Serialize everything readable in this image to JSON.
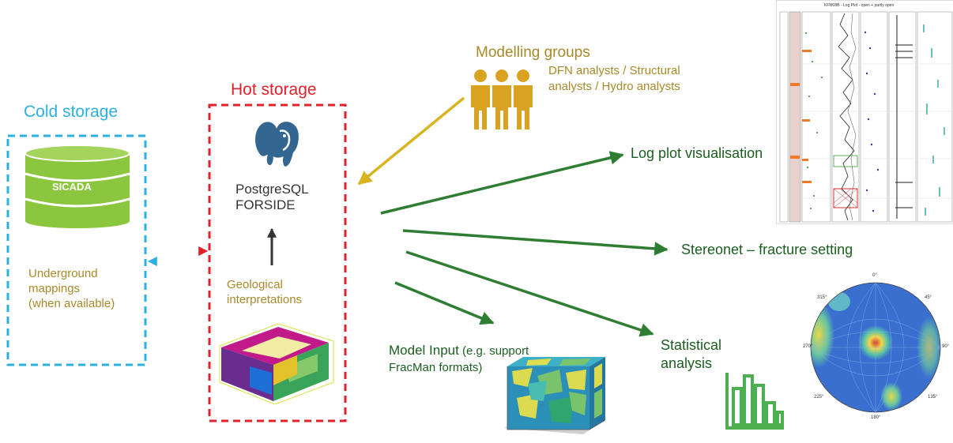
{
  "cold_storage": {
    "title": "Cold storage",
    "database_label": "SICADA",
    "note_lines": [
      "Underground",
      "mappings",
      "(when available)"
    ]
  },
  "hot_storage": {
    "title": "Hot storage",
    "db_lines": [
      "PostgreSQL",
      "FORSIDE"
    ],
    "interp_lines": [
      "Geological",
      "interpretations"
    ]
  },
  "modelling": {
    "title": "Modelling  groups",
    "subtitle_lines": [
      "DFN analysts / Structural",
      "analysts / Hydro analysts"
    ]
  },
  "outputs": {
    "log_plot": "Log plot visualisation",
    "stereonet": "Stereonet – fracture setting",
    "statistical_lines": [
      "Statistical",
      "analysis"
    ],
    "model_input_main": "Model Input",
    "model_input_note": " (e.g. support",
    "model_input_line2": "FracMan formats)"
  },
  "log_plot_header": "KFM08B - Log Plot - open + partly open",
  "stereonet_labels": {
    "north": "0°",
    "ne": "45°",
    "east": "90°",
    "se": "135°",
    "south": "180°",
    "sw": "225°",
    "west": "270°",
    "nw": "315°"
  },
  "colors": {
    "cold": "#2bb0e0",
    "hot": "#e0202a",
    "gold": "#a8892a",
    "green": "#2e7d32",
    "db_green": "#8cc63e",
    "arrow_yellow": "#d8b520"
  }
}
